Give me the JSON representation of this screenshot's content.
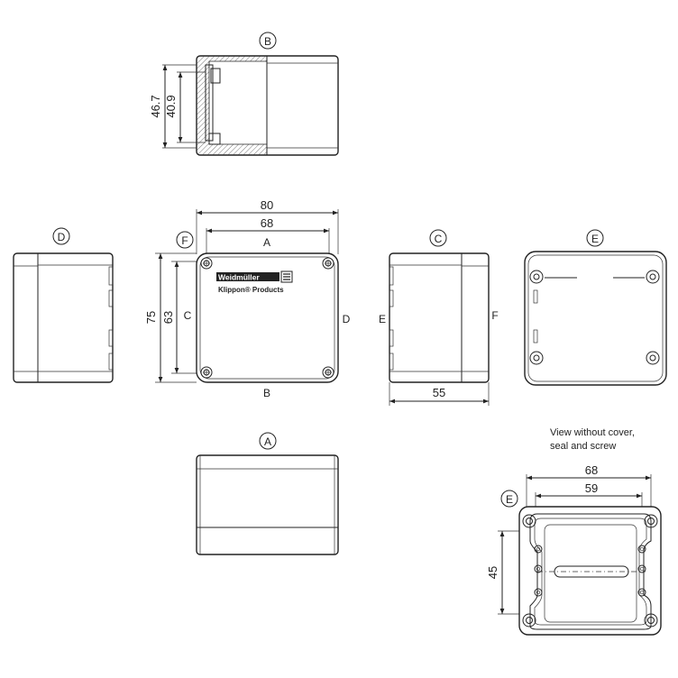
{
  "views": {
    "top_section": {
      "tag": "B",
      "dims": [
        "46.7",
        "40.9"
      ]
    },
    "front": {
      "tag": "F",
      "dims": [
        "80",
        "68",
        "75",
        "63"
      ],
      "edge_labels": [
        "A",
        "B",
        "C",
        "D"
      ],
      "logo_lines": [
        "Weidmüller",
        "Klippon® Products"
      ]
    },
    "left": {
      "tag": "D"
    },
    "right": {
      "tag": "C",
      "dims": [
        "55"
      ],
      "edge_labels": [
        "E",
        "F"
      ]
    },
    "inside": {
      "tag": "E"
    },
    "bottom": {
      "tag": "A"
    },
    "detail": {
      "tag": "E",
      "note_lines": [
        "View without cover,",
        "seal and screw"
      ],
      "dims": [
        "68",
        "59",
        "45"
      ]
    }
  }
}
